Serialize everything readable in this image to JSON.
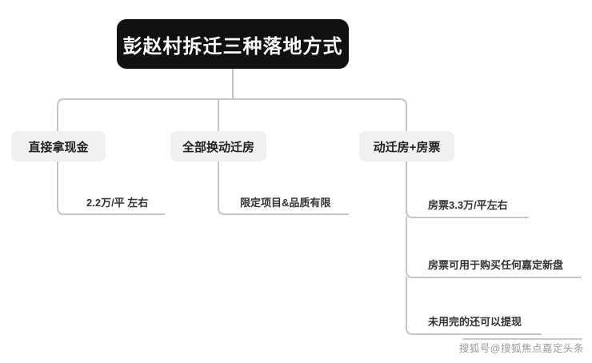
{
  "diagram": {
    "type": "tree-mindmap",
    "title": "彭赵村拆迁三种落地方式",
    "branches": [
      {
        "label": "直接拿现金",
        "leaves": [
          {
            "text": "2.2万/平 左右"
          }
        ]
      },
      {
        "label": "全部换动迁房",
        "leaves": [
          {
            "text": "限定项目&品质有限"
          }
        ]
      },
      {
        "label": "动迁房+房票",
        "leaves": [
          {
            "text": "房票3.3万/平左右"
          },
          {
            "text": "房票可用于购买任何嘉定新盘"
          },
          {
            "text": "未用完的还可以提现"
          }
        ]
      }
    ]
  },
  "colors": {
    "root_fill": "#111111",
    "root_text": "#ffffff",
    "node_fill": "#f0f0f0",
    "node_text": "#222222",
    "leaf_text": "#333333",
    "connector": "#c4c4c4",
    "background": "#ffffff",
    "watermark_text": "#9a9a9a"
  },
  "watermark": {
    "text": "搜狐号@搜狐焦点嘉定头条"
  }
}
